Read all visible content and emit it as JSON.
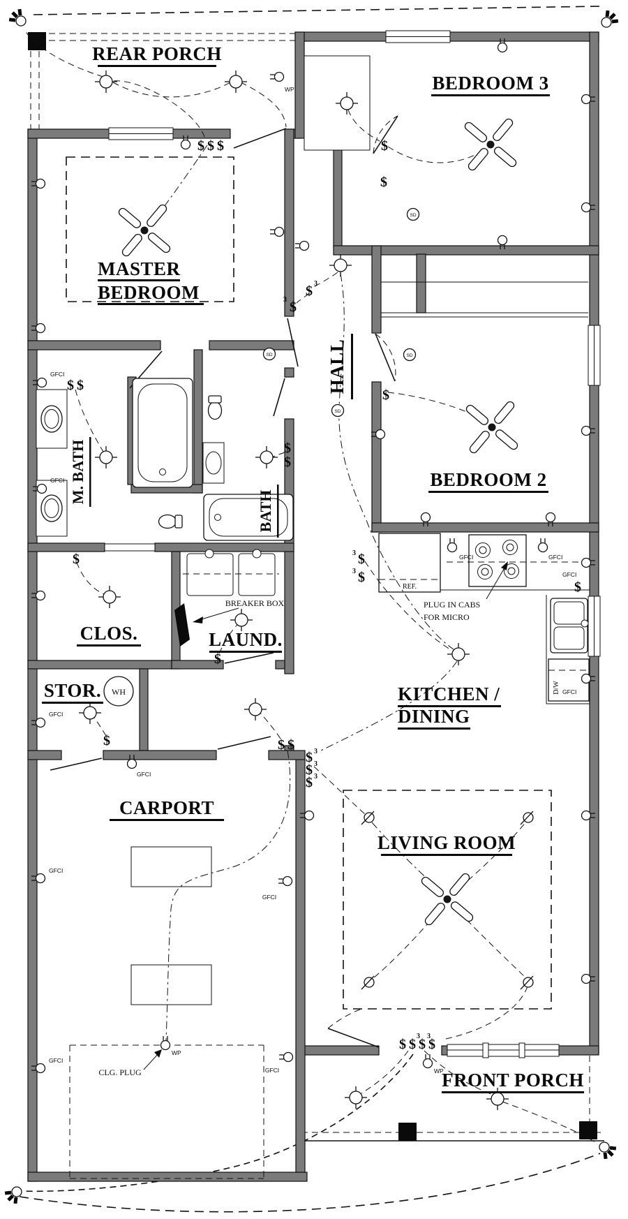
{
  "rooms": {
    "rear_porch": "REAR PORCH",
    "bedroom3": "BEDROOM 3",
    "master_line1": "MASTER",
    "master_line2": "BEDROOM",
    "hall": "HALL",
    "bedroom2": "BEDROOM 2",
    "m_bath": "M. BATH",
    "bath": "BATH",
    "clos": "CLOS.",
    "laund": "LAUND.",
    "stor": "STOR.",
    "kitchen_line1": "KITCHEN /",
    "kitchen_line2": "DINING",
    "carport": "CARPORT",
    "living": "LIVING ROOM",
    "front_porch": "FRONT PORCH"
  },
  "annotations": {
    "breaker_box": "BREAKER BOX",
    "plug_in_cabs_line1": "PLUG IN CABS",
    "plug_in_cabs_line2": "FOR MICRO",
    "clg_plug": "CLG. PLUG",
    "ref": "REF.",
    "wh": "WH",
    "dw": "D/W",
    "wp": "WP",
    "gfci": "GFCI",
    "sd": "SD"
  },
  "symbols": {
    "switch": "$",
    "three_way": "3"
  },
  "colors": {
    "wall_fill": "#7b7b7b",
    "line": "#111111",
    "paper": "#ffffff"
  }
}
